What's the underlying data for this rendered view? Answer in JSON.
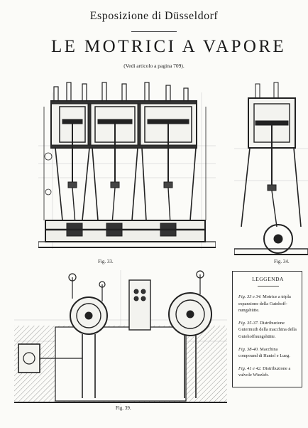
{
  "header": {
    "supertitle": "Esposizione di Düsseldorf",
    "title": "LE MOTRICI A VAPORE",
    "subnote": "(Vedi articolo a pagina 709)."
  },
  "figures": {
    "fig33": "Fig. 33.",
    "fig34": "Fig. 34.",
    "fig39": "Fig. 39."
  },
  "legend": {
    "title": "LEGGENDA",
    "entries": [
      {
        "ref": "Fig. 33 e 34.",
        "text": " Motrice a tripla espansione della Gutehoff-nungshütte."
      },
      {
        "ref": "Fig. 35-37.",
        "text": " Distribuzione Gutermuth della macchina della Gutehoffnungshütte."
      },
      {
        "ref": "Fig. 38-40.",
        "text": " Macchina compound di Haniel e Lueg."
      },
      {
        "ref": "Fig. 41 e 42.",
        "text": " Distribuzione a valvole Wiezleb."
      }
    ]
  }
}
